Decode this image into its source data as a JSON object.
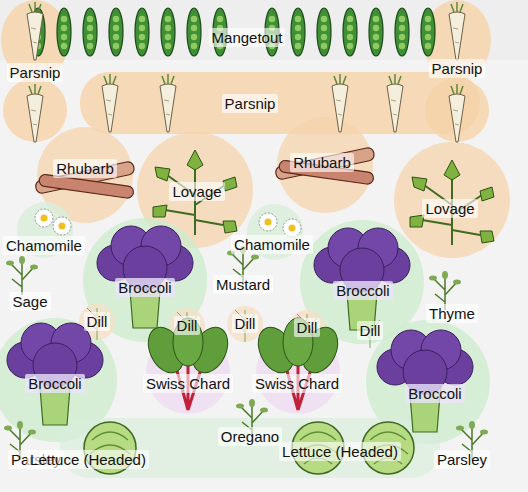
{
  "diagram": {
    "labels": [
      "Mangetout",
      "Parsnip",
      "Parsnip",
      "Parsnip",
      "Rhubarb",
      "Lovage",
      "Rhubarb",
      "Lovage",
      "Chamomile",
      "Chamomile",
      "Sage",
      "Broccoli",
      "Mustard",
      "Broccoli",
      "Thyme",
      "Dill",
      "Dill",
      "Dill",
      "Dill",
      "Dill",
      "Broccoli",
      "Swiss Chard",
      "Swiss Chard",
      "Broccoli",
      "Oregano",
      "Parsley",
      "Lettuce (Headed)",
      "Lettuce (Headed)",
      "Parsley"
    ]
  }
}
